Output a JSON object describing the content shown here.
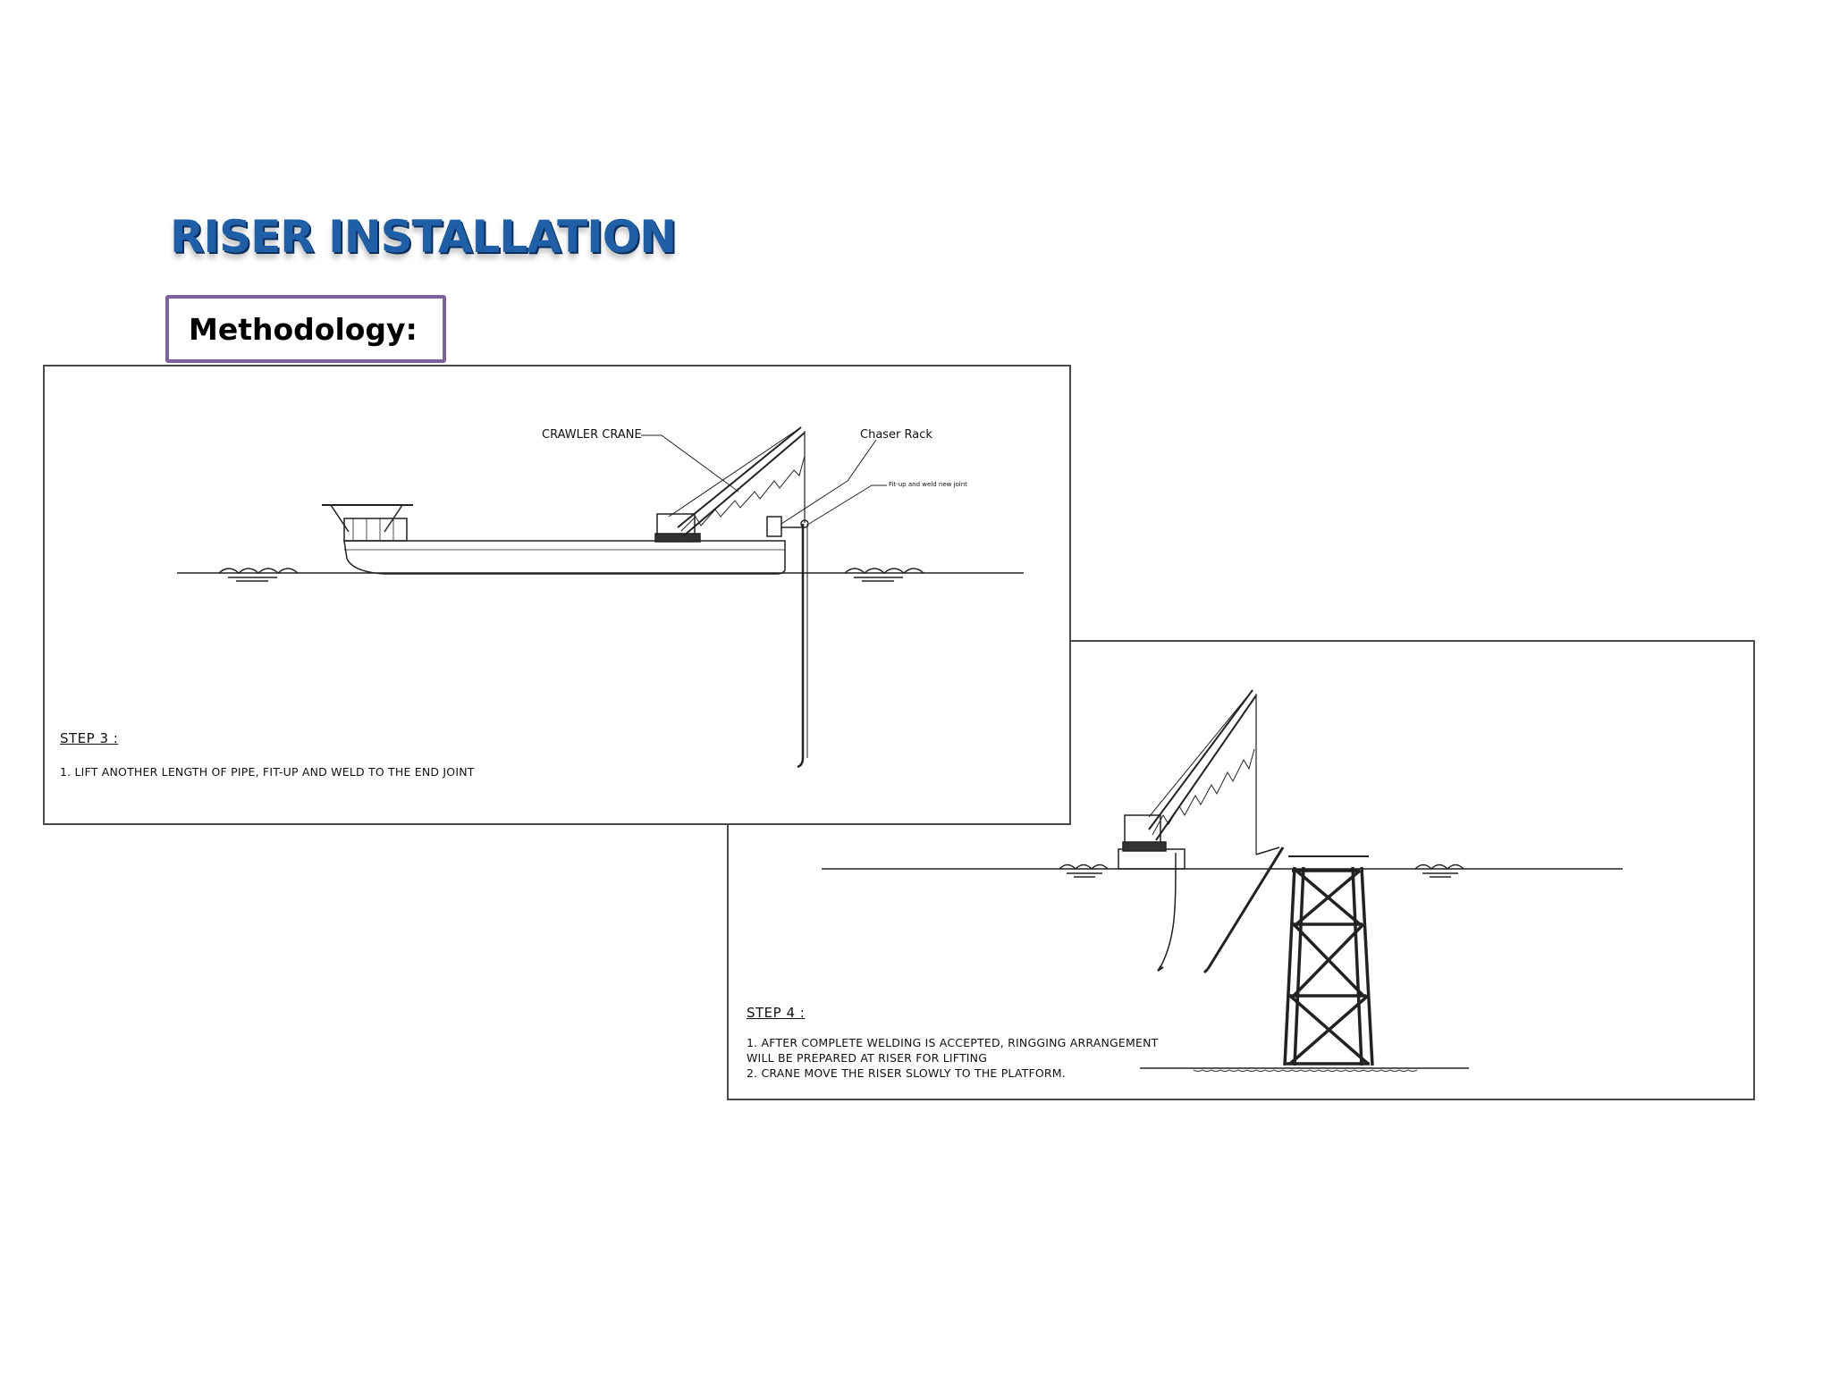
{
  "slide": {
    "title": "RISER INSTALLATION",
    "subtitle": "Methodology:"
  },
  "step3": {
    "title": "STEP 3 :",
    "notes": [
      "1. LIFT ANOTHER LENGTH OF PIPE, FIT-UP AND WELD TO THE END JOINT"
    ],
    "labels": {
      "crawler_crane": "CRAWLER CRANE",
      "chaser_rack": "Chaser Rack",
      "fit_up": "Fit-up and weld new joint"
    }
  },
  "step4": {
    "title": "STEP 4 :",
    "notes": [
      "1. AFTER COMPLETE WELDING IS ACCEPTED, RINGGING ARRANGEMENT",
      "WILL BE PREPARED AT RISER FOR LIFTING",
      "2. CRANE MOVE THE RISER SLOWLY TO THE PLATFORM."
    ]
  },
  "colors": {
    "title_blue": "#1f5fa8",
    "box_border": "#7d60a0",
    "line": "#222222"
  }
}
